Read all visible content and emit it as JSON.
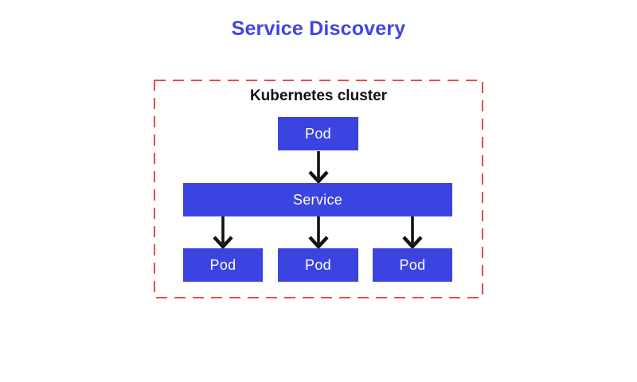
{
  "page": {
    "title": "Service Discovery"
  },
  "cluster": {
    "label": "Kubernetes cluster"
  },
  "nodes": {
    "top_pod": "Pod",
    "service": "Service",
    "pods": [
      "Pod",
      "Pod",
      "Pod"
    ]
  },
  "colors": {
    "background": "#ffffff",
    "title": "#4145e5",
    "cluster_border": "#e84b4b",
    "cluster_label": "#111111",
    "box_fill": "#3b44e0",
    "box_text": "#ffffff",
    "arrow": "#111111"
  }
}
